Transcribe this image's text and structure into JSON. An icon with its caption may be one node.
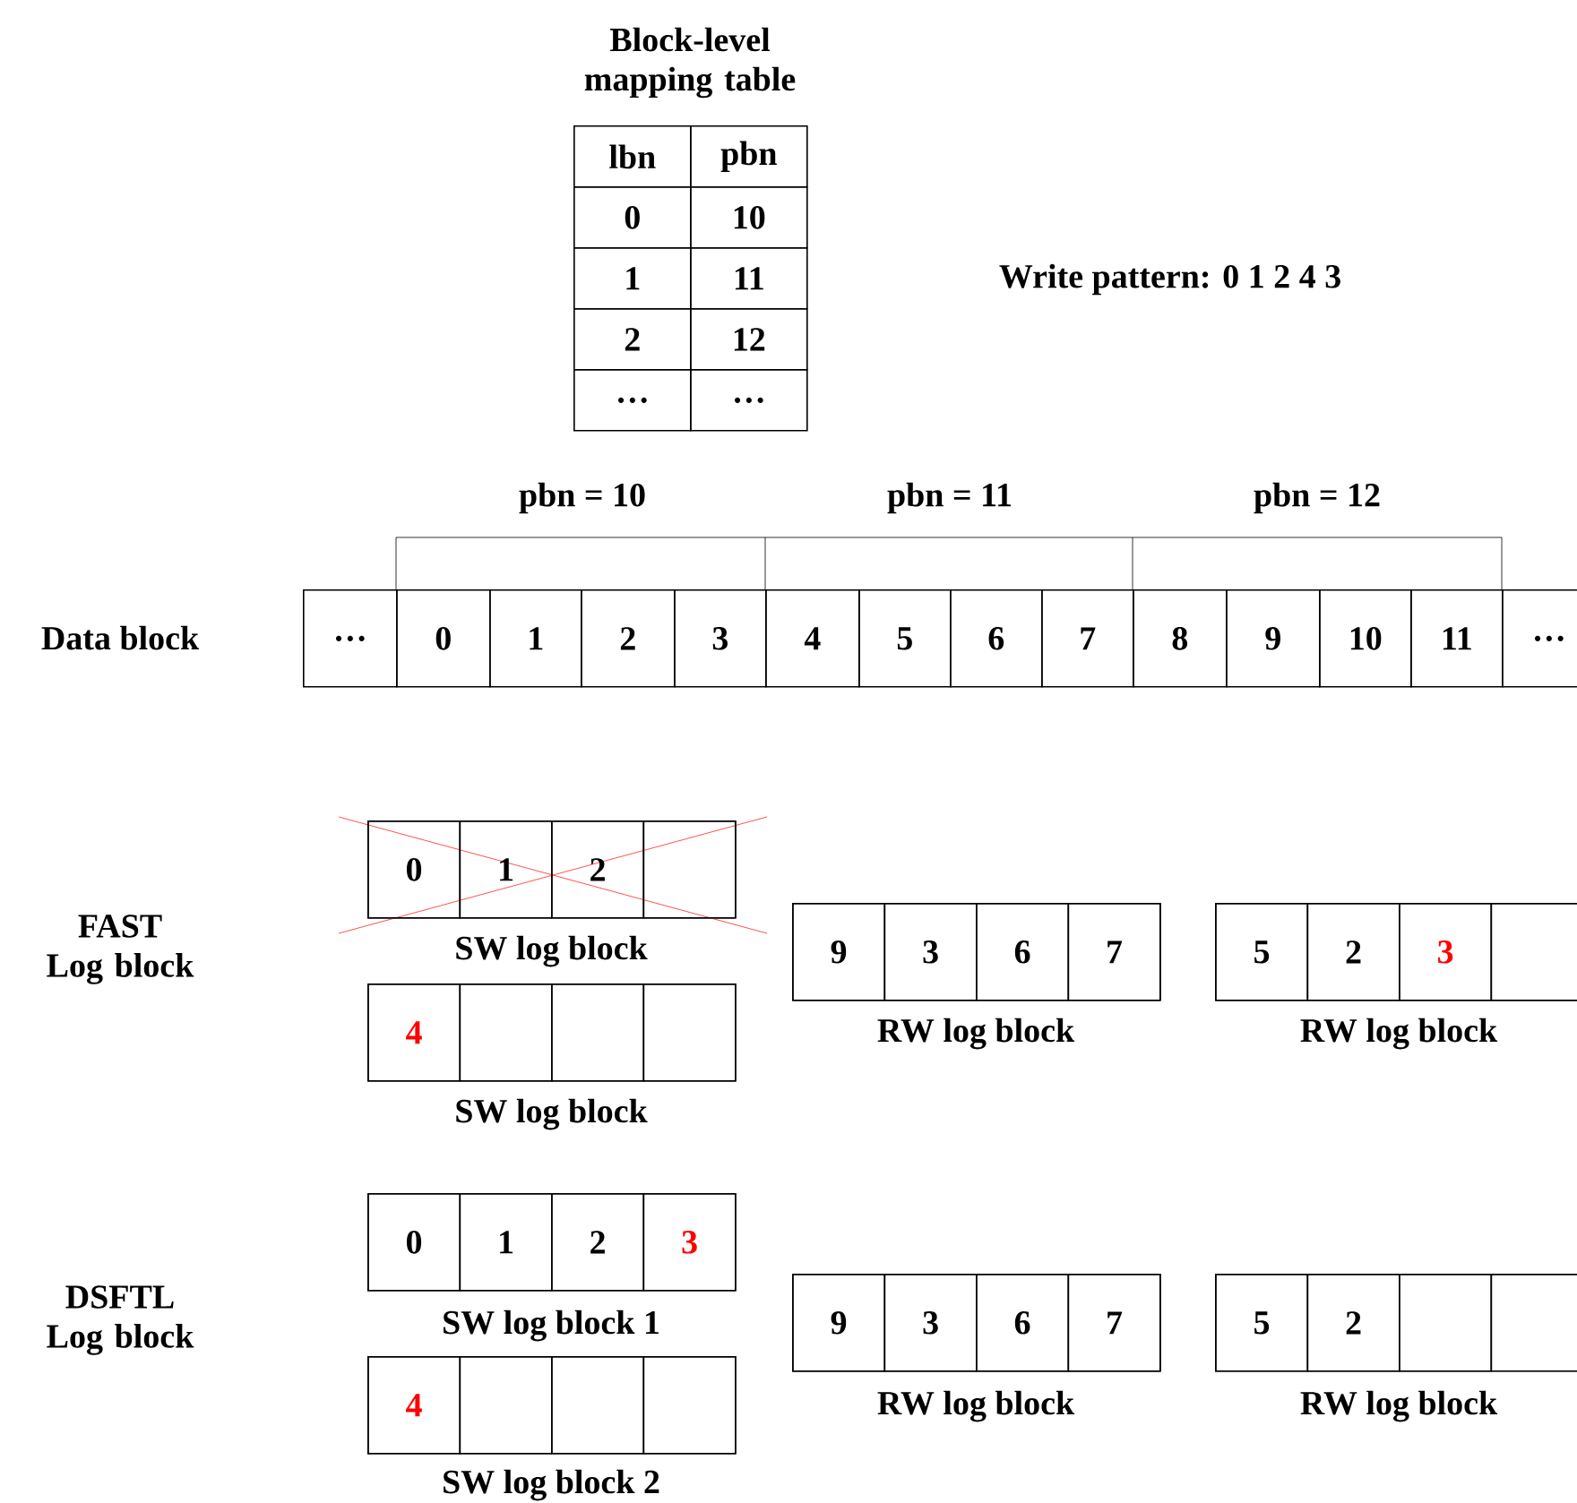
{
  "diagram": {
    "nodes": [
      {
        "text": [
          "…"
        ]
      },
      {
        "text": [
          "0"
        ]
      },
      {
        "text": [
          "1"
        ]
      },
      {
        "text": [
          "2"
        ]
      },
      {
        "text": [
          "3"
        ]
      },
      {
        "text": [
          "4"
        ]
      },
      {
        "text": [
          "5"
        ]
      },
      {
        "text": [
          "6"
        ]
      },
      {
        "text": [
          "7"
        ]
      },
      {
        "text": [
          "8"
        ]
      },
      {
        "text": [
          "9"
        ]
      },
      {
        "text": [
          "10"
        ]
      },
      {
        "text": [
          "11"
        ]
      },
      {
        "text": [
          "…"
        ]
      },
      {
        "text": [],
        "shape": "box",
        "beside": [
          "SW log block"
        ]
      },
      {
        "text": [
          "0"
        ],
        "in": 14
      },
      {
        "text": [
          "1"
        ],
        "in": 14
      },
      {
        "text": [
          "2"
        ],
        "in": 14
      },
      {
        "text": [],
        "shape": "box",
        "in": 14
      },
      {
        "text": [],
        "shape": "box",
        "beside": [
          "SW log block"
        ]
      },
      {
        "text": [
          "4"
        ],
        "in": 19
      },
      {
        "text": [],
        "shape": "box",
        "in": 19
      },
      {
        "text": [],
        "shape": "box",
        "in": 19
      },
      {
        "text": [],
        "shape": "box",
        "in": 19
      },
      {
        "text": [],
        "shape": "box",
        "beside": [
          "RW log block"
        ]
      },
      {
        "text": [
          "9"
        ],
        "in": 24
      },
      {
        "text": [
          "3"
        ],
        "in": 24
      },
      {
        "text": [
          "6"
        ],
        "in": 24
      },
      {
        "text": [
          "7"
        ],
        "in": 24
      },
      {
        "text": [],
        "shape": "box",
        "beside": [
          "RW log block"
        ]
      },
      {
        "text": [
          "5"
        ],
        "in": 29
      },
      {
        "text": [
          "2"
        ],
        "in": 29
      },
      {
        "text": [
          "3"
        ],
        "in": 29
      },
      {
        "text": [],
        "shape": "box",
        "in": 29
      },
      {
        "text": [],
        "shape": "box",
        "beside": [
          "SW log block 1"
        ]
      },
      {
        "text": [
          "0"
        ],
        "in": 34
      },
      {
        "text": [
          "1"
        ],
        "in": 34
      },
      {
        "text": [
          "2"
        ],
        "in": 34
      },
      {
        "text": [
          "3"
        ],
        "in": 34
      },
      {
        "text": [],
        "shape": "box",
        "beside": [
          "SW log block 2"
        ]
      },
      {
        "text": [
          "4"
        ],
        "in": 39
      },
      {
        "text": [],
        "shape": "box",
        "in": 39
      },
      {
        "text": [],
        "shape": "box",
        "in": 39
      },
      {
        "text": [],
        "shape": "box",
        "in": 39
      },
      {
        "text": [],
        "shape": "box",
        "beside": [
          "RW log block"
        ]
      },
      {
        "text": [
          "9"
        ],
        "in": 44
      },
      {
        "text": [
          "3"
        ],
        "in": 44
      },
      {
        "text": [
          "6"
        ],
        "in": 44
      },
      {
        "text": [
          "7"
        ],
        "in": 44
      },
      {
        "text": [],
        "shape": "box",
        "beside": [
          "RW log block"
        ]
      },
      {
        "text": [
          "5"
        ],
        "in": 49
      },
      {
        "text": [
          "2"
        ],
        "in": 49
      },
      {
        "text": [],
        "shape": "box",
        "in": 49
      },
      {
        "text": [],
        "shape": "box",
        "in": 49
      }
    ],
    "labels": [
      "Block-level mapping table",
      "lbn",
      "pbn",
      "0",
      "10",
      "1",
      "11",
      "2",
      "12",
      "…",
      "…",
      "Write pattern: 0 1 2 4 3",
      "pbn = 10",
      "pbn = 11",
      "pbn = 12",
      "Data block",
      "FAST Log block",
      "DSFTL Log block"
    ]
  }
}
